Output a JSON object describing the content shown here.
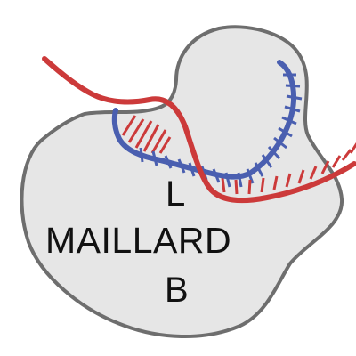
{
  "logo": {
    "line_top": "L",
    "line_middle": "MAILLARD",
    "line_bottom": "B"
  },
  "colors": {
    "blob_fill": "#e6e6e6",
    "blob_stroke": "#6e6e6e",
    "red_strand": "#cc3a3a",
    "blue_strand": "#4a5fb0",
    "text": "#111111",
    "background": "#ffffff"
  }
}
